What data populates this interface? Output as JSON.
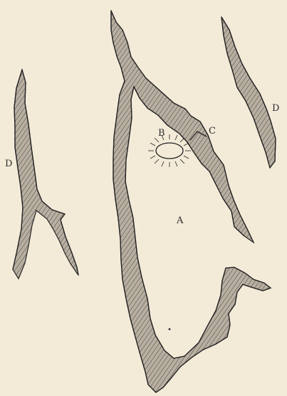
{
  "labels": {
    "A": "A",
    "B": "B",
    "C": "C",
    "D_left": "D",
    "D_right": "D"
  }
}
